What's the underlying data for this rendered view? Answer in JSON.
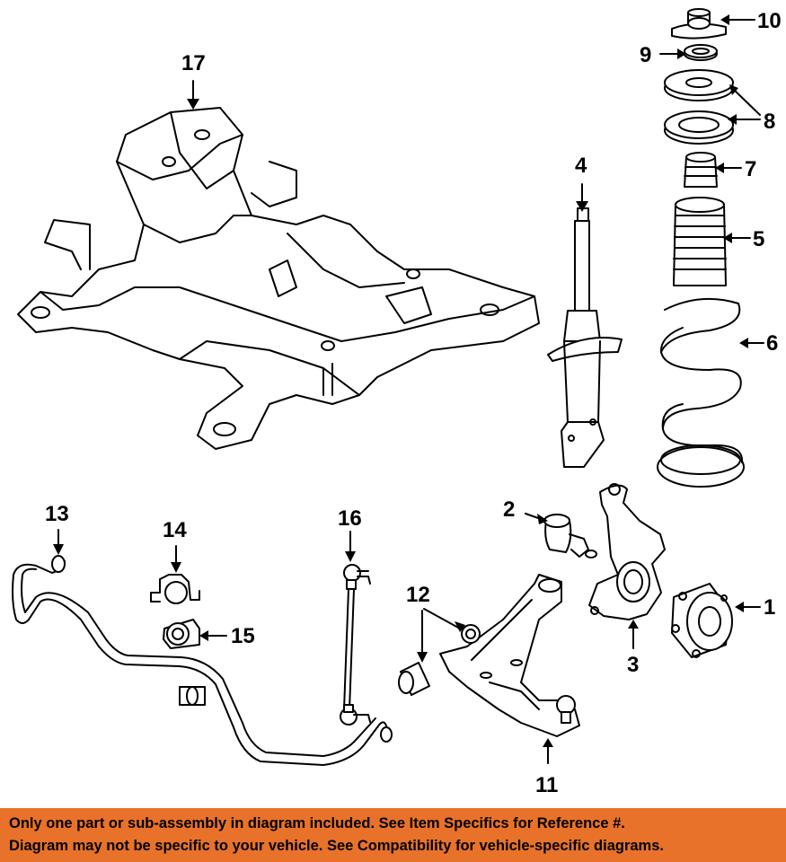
{
  "callouts": {
    "c1": "1",
    "c2": "2",
    "c3": "3",
    "c4": "4",
    "c5": "5",
    "c6": "6",
    "c7": "7",
    "c8": "8",
    "c9": "9",
    "c10": "10",
    "c11": "11",
    "c12": "12",
    "c13": "13",
    "c14": "14",
    "c15": "15",
    "c16": "16",
    "c17": "17"
  },
  "footer": {
    "line1": "Only one part or sub-assembly in diagram included. See Item Specifics for Reference #.",
    "line2": "Diagram may not be specific to your vehicle. See Compatibility for vehicle-specific diagrams."
  },
  "colors": {
    "banner": "#e8722a",
    "line_art": "#000000",
    "background": "#ffffff"
  }
}
